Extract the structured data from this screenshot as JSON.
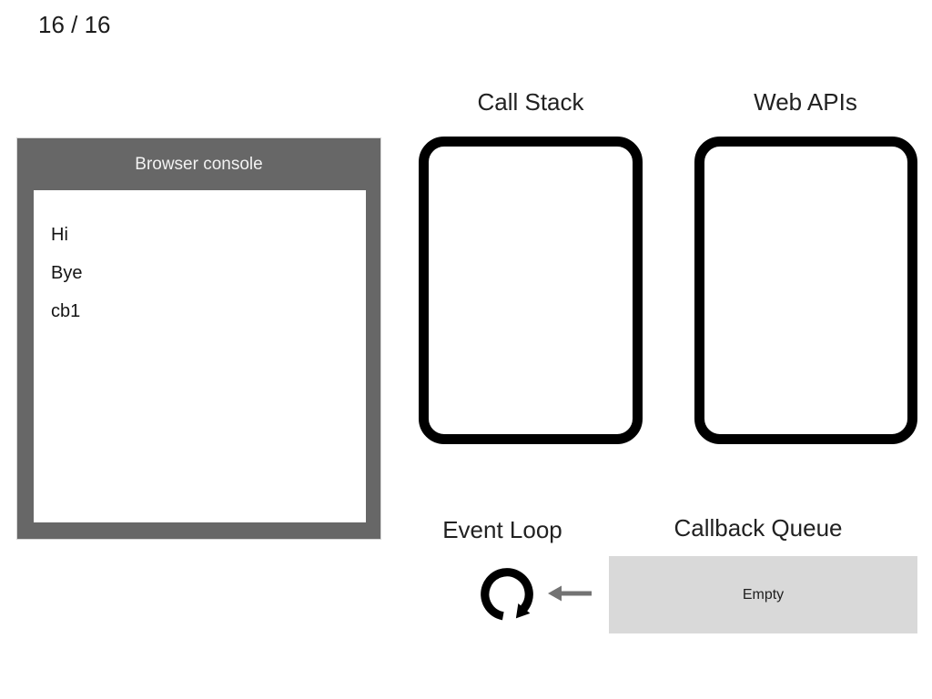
{
  "page": {
    "counter": "16 / 16"
  },
  "console": {
    "title": "Browser console",
    "lines": [
      "Hi",
      "Bye",
      "cb1"
    ]
  },
  "call_stack": {
    "label": "Call Stack",
    "items": []
  },
  "web_apis": {
    "label": "Web APIs",
    "items": []
  },
  "event_loop": {
    "label": "Event Loop",
    "icon": "clockwise-loop-arrow-icon"
  },
  "callback_queue": {
    "label": "Callback Queue",
    "status": "Empty"
  },
  "icons": {
    "flow_arrow": "left-arrow-icon"
  },
  "colors": {
    "console_frame": "#676767",
    "console_title_text": "#f2f2f2",
    "box_border": "#000000",
    "label_text": "#212121",
    "flow_arrow": "#737373",
    "queue_box": "#d9d9d9",
    "queue_text": "#1f1f1f"
  }
}
